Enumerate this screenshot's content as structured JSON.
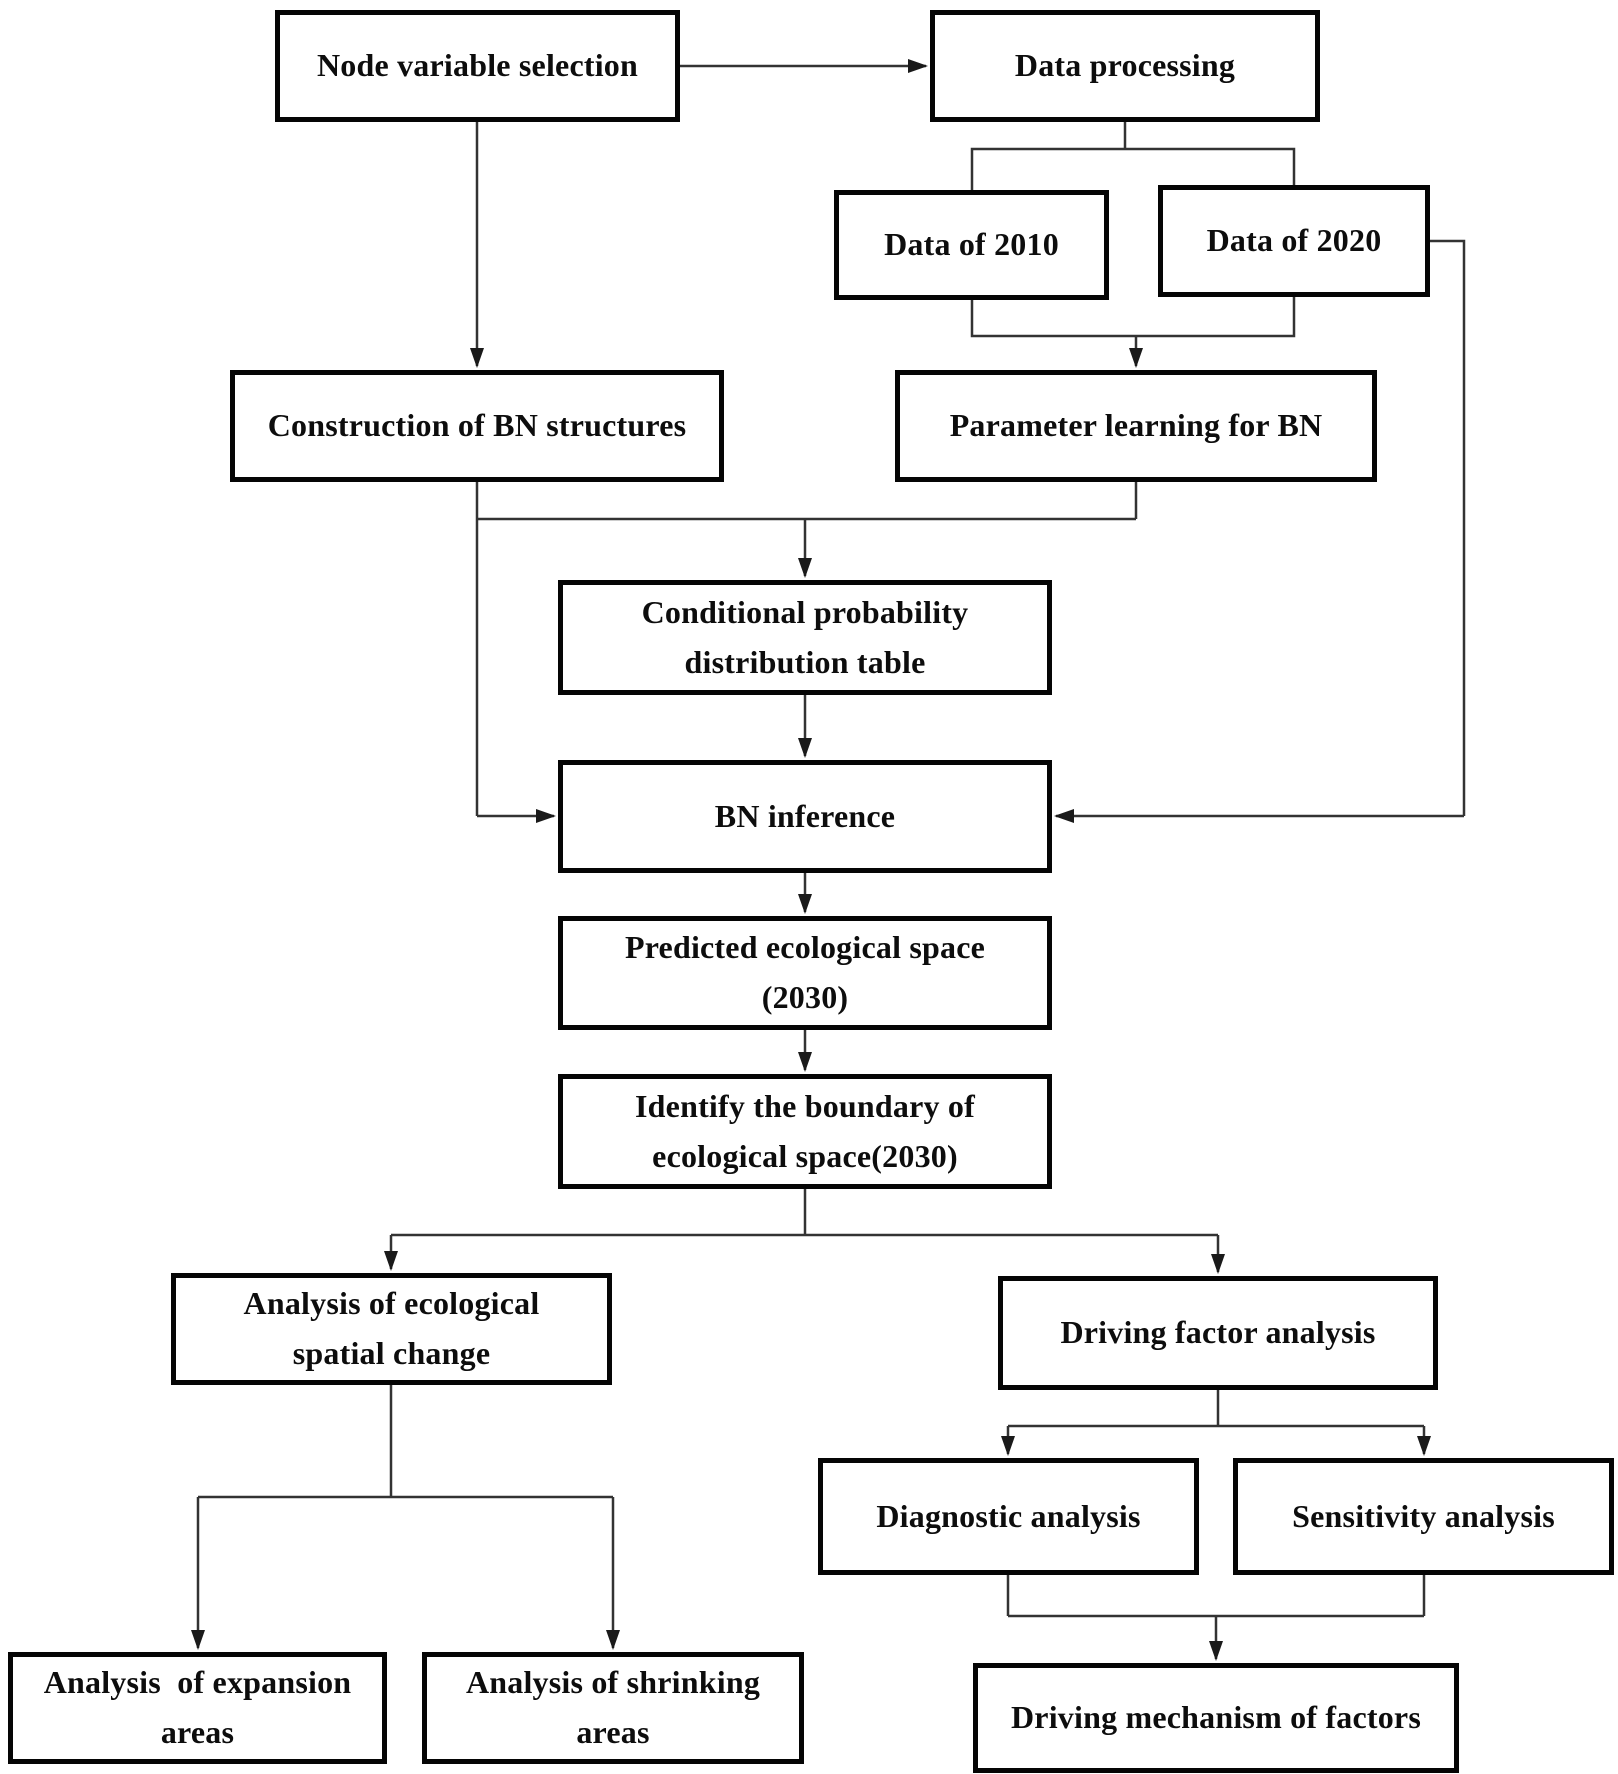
{
  "diagram": {
    "type": "flowchart",
    "colors": {
      "background": "#ffffff",
      "box-border": "#050505",
      "line-color": "#333333",
      "text-color": "#0d0d0d"
    },
    "nodes": {
      "node_variable_selection": "Node variable selection",
      "data_processing": "Data processing",
      "data_2010": "Data of 2010",
      "data_2020": "Data of 2020",
      "construction_bn": "Construction of BN structures",
      "parameter_learning": "Parameter learning for BN",
      "conditional_probability": "Conditional probability\ndistribution table",
      "bn_inference": "BN inference",
      "predicted_space": "Predicted ecological space\n(2030)",
      "identify_boundary": "Identify the boundary of\necological space(2030)",
      "analysis_ecological_change": "Analysis of ecological\nspatial change",
      "driving_factor": "Driving factor analysis",
      "diagnostic": "Diagnostic analysis",
      "sensitivity": "Sensitivity analysis",
      "expansion": "Analysis  of expansion\nareas",
      "shrinking": "Analysis of shrinking\nareas",
      "driving_mechanism": "Driving mechanism of factors"
    },
    "edges": [
      "node_variable_selection -> data_processing",
      "node_variable_selection -> construction_bn",
      "data_processing -> data_2010",
      "data_processing -> data_2020",
      "data_2010 -> parameter_learning",
      "data_2020 -> parameter_learning",
      "construction_bn -> conditional_probability",
      "parameter_learning -> conditional_probability",
      "construction_bn -> bn_inference",
      "data_2020 -> bn_inference",
      "conditional_probability -> bn_inference",
      "bn_inference -> predicted_space",
      "predicted_space -> identify_boundary",
      "identify_boundary -> analysis_ecological_change",
      "identify_boundary -> driving_factor",
      "analysis_ecological_change -> expansion",
      "analysis_ecological_change -> shrinking",
      "driving_factor -> diagnostic",
      "driving_factor -> sensitivity",
      "diagnostic -> driving_mechanism",
      "sensitivity -> driving_mechanism"
    ]
  }
}
